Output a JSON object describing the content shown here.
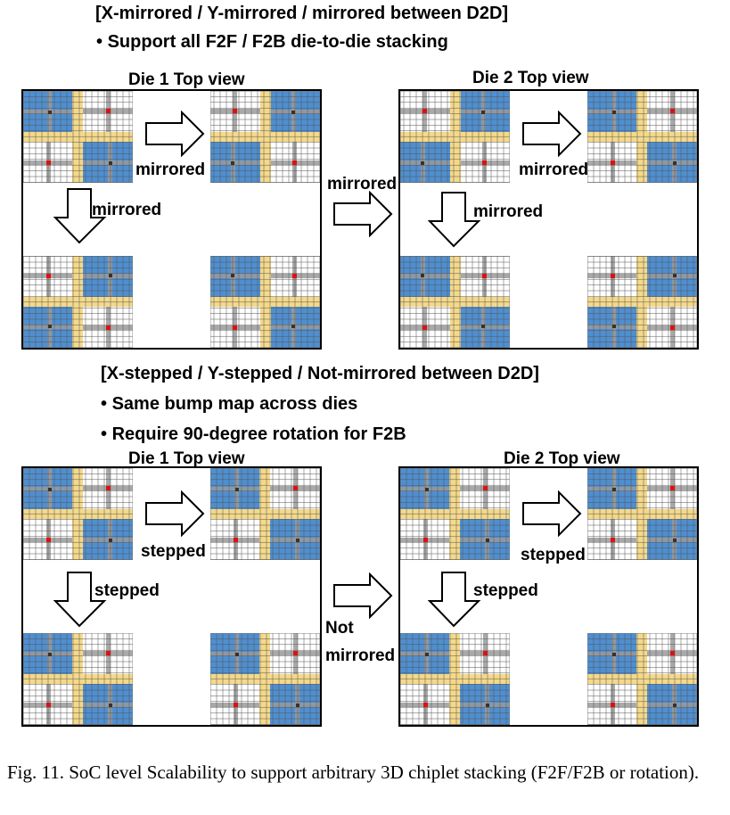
{
  "top_section": {
    "header": "[X-mirrored / Y-mirrored / mirrored between D2D]",
    "bullets": [
      "Support all F2F / F2B die-to-die stacking"
    ],
    "die1_title": "Die 1 Top view",
    "die2_title": "Die 2 Top view",
    "die1_right_label": "mirrored",
    "die1_down_label": "mirrored",
    "between_label": "mirrored",
    "die2_right_label": "mirrored",
    "die2_down_label": "mirrored"
  },
  "bottom_section": {
    "header": "[X-stepped / Y-stepped / Not-mirrored between D2D]",
    "bullets": [
      "Same bump map across dies",
      "Require 90-degree rotation for F2B"
    ],
    "die1_title": "Die 1 Top view",
    "die2_title": "Die 2 Top view",
    "die1_right_label": "stepped",
    "die1_down_label": "stepped",
    "between_label_line1": "Not",
    "between_label_line2": "mirrored",
    "die2_right_label": "stepped",
    "die2_down_label": "stepped"
  },
  "caption": "Fig. 11. SoC level Scalability to support arbitrary 3D chiplet stacking (F2F/F2B or rotation).",
  "colors": {
    "blue_block": "#4f8fd0",
    "yellow_stripe": "#f5d98a",
    "gray_channel": "#9a9a9a",
    "red_marker": "#e01010",
    "grid_line": "#555555"
  }
}
